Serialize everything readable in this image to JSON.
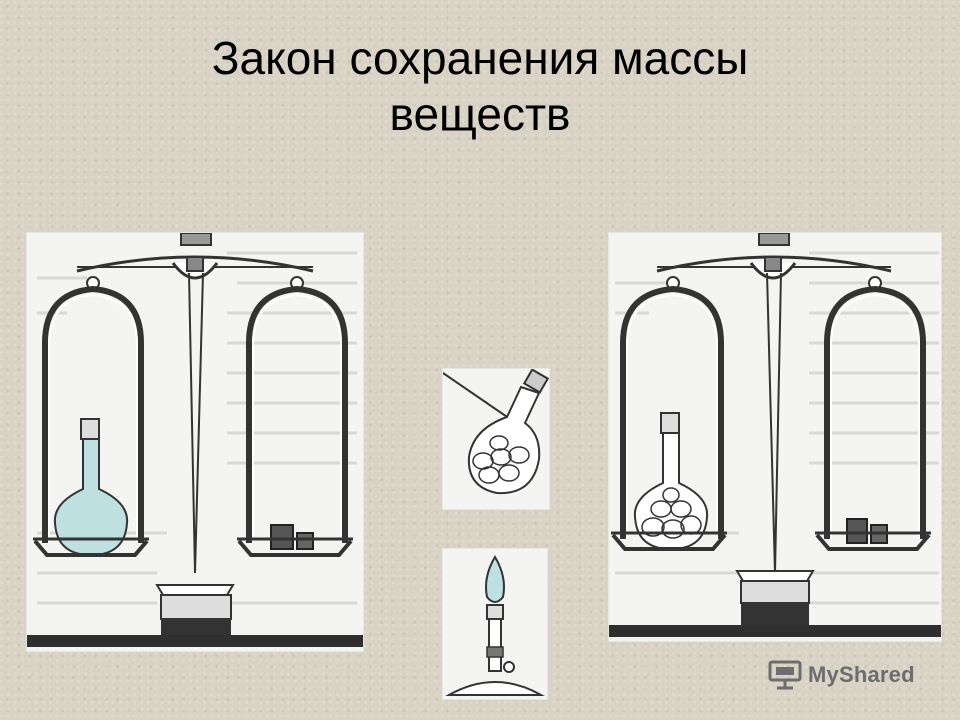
{
  "slide": {
    "title_line1": "Закон сохранения массы",
    "title_line2": "веществ"
  },
  "watermark": {
    "brand": "MyShared",
    "icon": "presentation-screen-icon"
  },
  "illustrations": [
    {
      "name": "balance-before",
      "icon": "balance-scale-icon"
    },
    {
      "name": "flask-with-cotton",
      "icon": "flask-icon"
    },
    {
      "name": "alcohol-burner",
      "icon": "burner-icon"
    },
    {
      "name": "balance-after",
      "icon": "balance-scale-icon"
    }
  ],
  "colors": {
    "background": "#d9d3c5",
    "panel": "#f4f4f2",
    "glass": "#bfe0e0",
    "ink": "#2b2b2b"
  }
}
